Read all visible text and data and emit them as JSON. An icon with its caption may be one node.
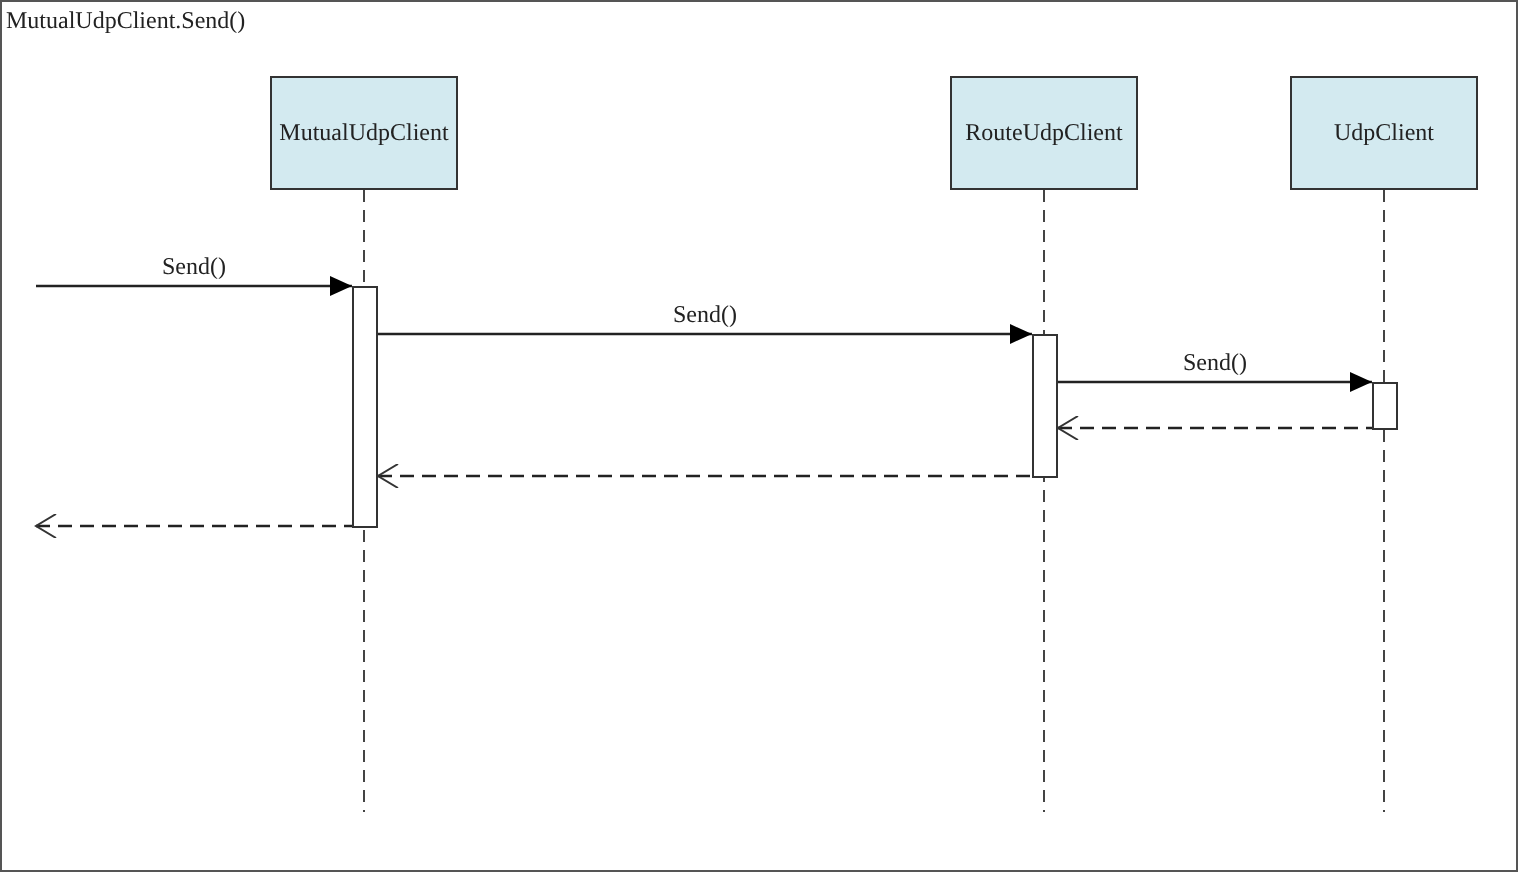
{
  "diagram": {
    "title": "MutualUdpClient.Send()",
    "nodes": [
      {
        "text": [
          "MutualUdpClient"
        ]
      },
      {
        "text": [
          "RouteUdpClient"
        ]
      },
      {
        "text": [
          "UdpClient"
        ]
      },
      {
        "text": [],
        "shape": "bar"
      },
      {
        "text": [],
        "shape": "bar"
      },
      {
        "text": [],
        "shape": "bar"
      }
    ],
    "edges": [
      {
        "from": null,
        "to": 3,
        "arrow": "to",
        "label": "Send()"
      },
      {
        "from": 3,
        "to": 4,
        "arrow": "to",
        "label": "Send()"
      },
      {
        "from": 4,
        "to": 5,
        "arrow": "to",
        "label": "Send()"
      },
      {
        "from": 5,
        "to": 4,
        "arrow": "to",
        "style": "dashed"
      },
      {
        "from": 4,
        "to": 3,
        "arrow": "to",
        "style": "dashed"
      },
      {
        "from": 3,
        "to": null,
        "arrow": "to",
        "style": "dashed"
      }
    ]
  }
}
